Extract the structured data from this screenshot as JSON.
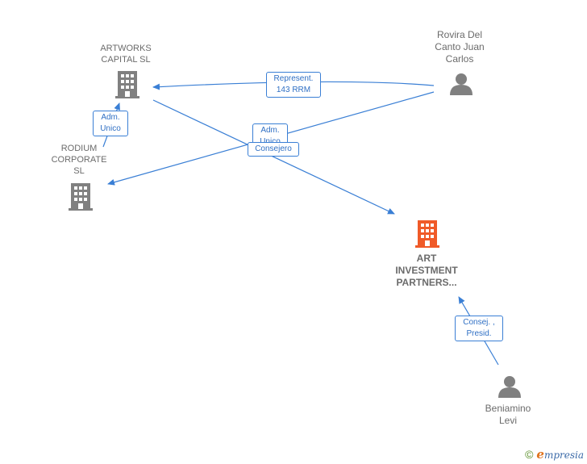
{
  "nodes": {
    "artworks": {
      "label_line1": "ARTWORKS",
      "label_line2": "CAPITAL  SL"
    },
    "rodium": {
      "label_line1": "RODIUM",
      "label_line2": "CORPORATE",
      "label_line3": "SL"
    },
    "rovira": {
      "label_line1": "Rovira Del",
      "label_line2": "Canto Juan",
      "label_line3": "Carlos"
    },
    "art_investment": {
      "label_line1": "ART",
      "label_line2": "INVESTMENT",
      "label_line3": "PARTNERS..."
    },
    "beniamino": {
      "label_line1": "Beniamino",
      "label_line2": "Levi"
    }
  },
  "edges": {
    "represent": {
      "line1": "Represent.",
      "line2": "143 RRM"
    },
    "adm_unico_left": {
      "line1": "Adm.",
      "line2": "Unico"
    },
    "adm_unico_center": {
      "line1": "Adm.",
      "line2": "Unico"
    },
    "consejero": {
      "line1": "Consejero"
    },
    "consej_presid": {
      "line1": "Consej. ,",
      "line2": "Presid."
    }
  },
  "colors": {
    "edge": "#3a7fd5",
    "company_icon": "#808080",
    "main_company_icon": "#f05a28",
    "person_icon": "#808080"
  },
  "footer": {
    "copyright_symbol": "©",
    "brand_initial": "e",
    "brand_rest": "mpresia"
  }
}
